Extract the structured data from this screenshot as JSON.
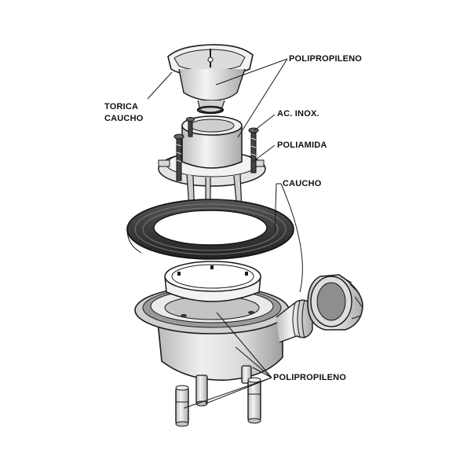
{
  "labels": {
    "torica": "TORICA",
    "caucho_1": "CAUCHO",
    "polipropileno_1": "POLIPROPILENO",
    "ac_inox": "AC. INOX.",
    "poliamida": "POLIAMIDA",
    "caucho_2": "CAUCHO",
    "polipropileno_2": "POLIPROPILENO"
  },
  "colors": {
    "line": "#1a1a1a",
    "light_gray": "#e6e6e6",
    "mid_gray": "#b5b5b5",
    "dark_rubber": "#3a3a3a",
    "background": "#ffffff"
  }
}
